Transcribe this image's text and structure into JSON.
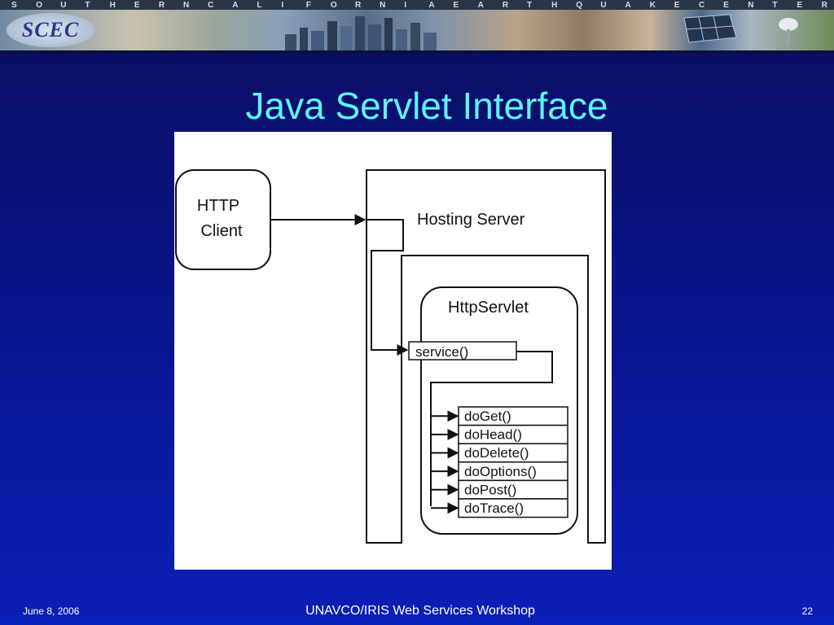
{
  "banner": {
    "letters": [
      "S",
      "O",
      "U",
      "T",
      "H",
      "E",
      "R",
      "N",
      "C",
      "A",
      "L",
      "I",
      "F",
      "O",
      "R",
      "N",
      "I",
      "A",
      "E",
      "A",
      "R",
      "T",
      "H",
      "Q",
      "U",
      "A",
      "K",
      "E",
      "C",
      "E",
      "N",
      "T",
      "E",
      "R"
    ],
    "logo_text": "SCEC"
  },
  "slide": {
    "title": "Java Servlet Interface"
  },
  "diagram": {
    "client_line1": "HTTP",
    "client_line2": "Client",
    "server_label": "Hosting Server",
    "servlet_label": "HttpServlet",
    "service_method": "service()",
    "methods": [
      "doGet()",
      "doHead()",
      "doDelete()",
      "doOptions()",
      "doPost()",
      "doTrace()"
    ]
  },
  "footer": {
    "date": "June 8, 2006",
    "workshop": "UNAVCO/IRIS Web Services Workshop",
    "page_number": "22"
  },
  "colors": {
    "title": "#5ff2ff",
    "background_top": "#0a0e5c",
    "background_bottom": "#0a1fb8"
  }
}
